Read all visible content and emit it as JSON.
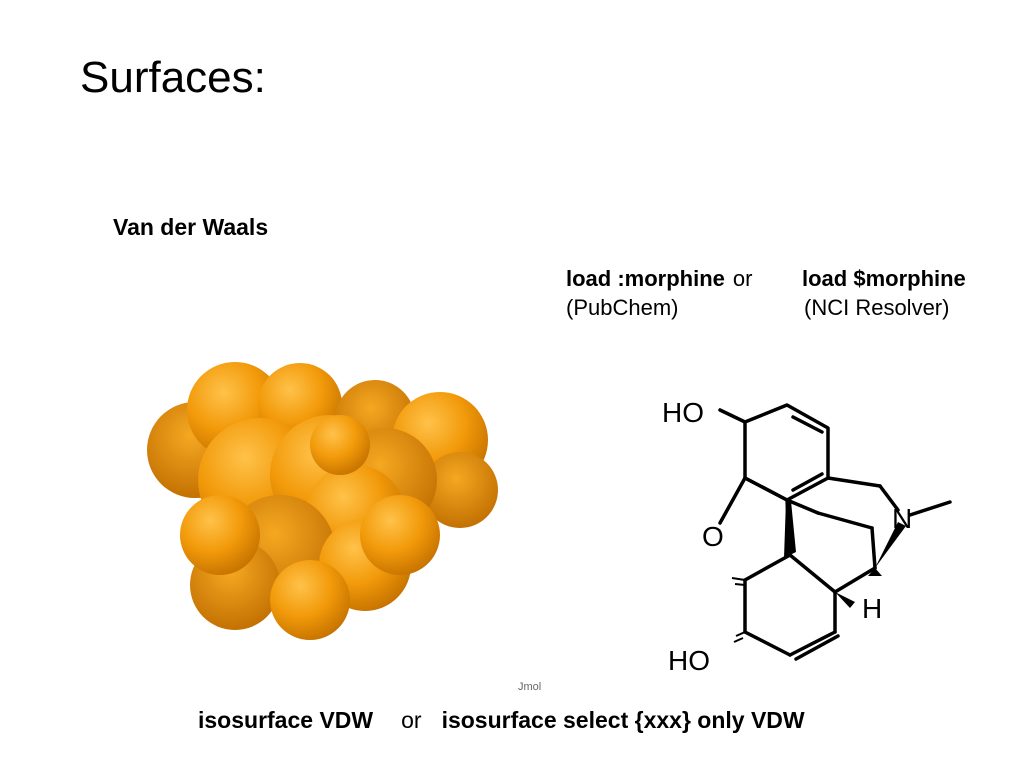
{
  "slide": {
    "title": "Surfaces:",
    "subtitle": "Van der Waals"
  },
  "commands": {
    "cmd1": "load :morphine",
    "or": "or",
    "cmd2": "load $morphine",
    "source1": "(PubChem)",
    "source2": "(NCI Resolver)"
  },
  "render": {
    "watermark": "Jmol",
    "surface_color": "#f29a0a"
  },
  "structure": {
    "label_ho_top": "HO",
    "label_o": "O",
    "label_n": "N",
    "label_h": "H",
    "label_ho_bottom": "HO"
  },
  "bottom": {
    "cmd1": "isosurface VDW",
    "or": "or",
    "cmd2": "isosurface select {xxx} only VDW"
  }
}
